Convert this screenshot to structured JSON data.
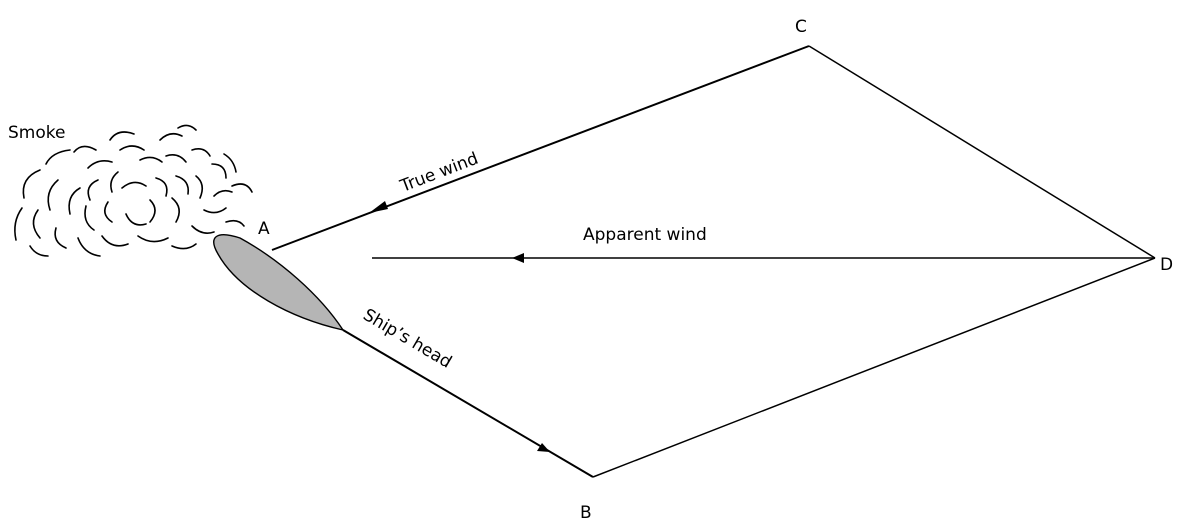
{
  "points": {
    "a": "A",
    "b": "B",
    "c": "C",
    "d": "D"
  },
  "labels": {
    "smoke": "Smoke",
    "true_wind": "True wind",
    "apparent_wind": "Apparent wind",
    "ships_head": "Ship’s head"
  },
  "colors": {
    "ship_fill": "#b5b5b5",
    "line": "#000000"
  }
}
